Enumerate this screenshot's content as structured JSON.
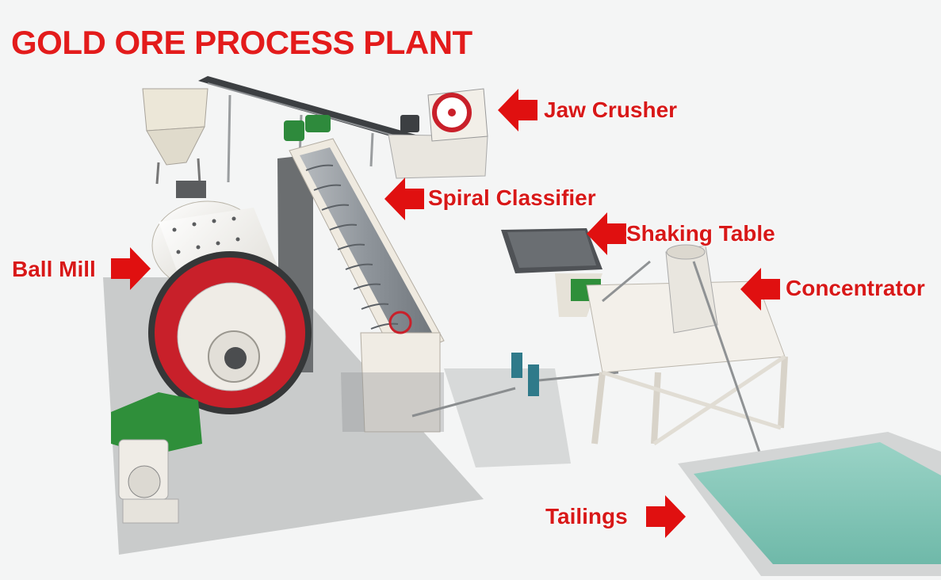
{
  "title": "GOLD ORE PROCESS PLANT",
  "labels": {
    "jaw_crusher": "Jaw Crusher",
    "spiral_classifier": "Spiral Classifier",
    "shaking_table": "Shaking Table",
    "ball_mill": "Ball Mill",
    "concentrator": "Concentrator",
    "tailings": "Tailings"
  },
  "colors": {
    "title": "#e31b1b",
    "label": "#d81818",
    "arrow": "#e01010",
    "ball_mill_gear": "#c8202a",
    "gearbox": "#2f8f3a",
    "tailings_water": "#7fc4b5",
    "platform": "#cbcdcd"
  }
}
